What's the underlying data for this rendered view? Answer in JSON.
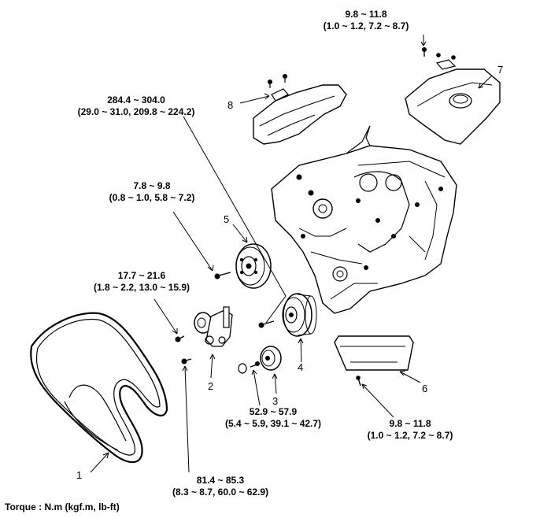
{
  "torques": {
    "t_cover": {
      "line1": "9.8 ~ 11.8",
      "line2": "(1.0 ~ 1.2, 7.2 ~ 8.7)"
    },
    "t_crank": {
      "line1": "284.4 ~ 304.0",
      "line2": "(29.0 ~ 31.0, 209.8 ~ 224.2)"
    },
    "t_pump": {
      "line1": "7.8 ~ 9.8",
      "line2": "(0.8 ~ 1.0, 5.8 ~ 7.2)"
    },
    "t_tens": {
      "line1": "17.7 ~ 21.6",
      "line2": "(1.8 ~ 2.2, 13.0 ~ 15.9)"
    },
    "t_idler": {
      "line1": "52.9 ~ 57.9",
      "line2": "(5.4 ~ 5.9, 39.1 ~ 42.7)"
    },
    "t_bracket": {
      "line1": "81.4 ~ 85.3",
      "line2": "(8.3 ~ 8.7, 60.0 ~ 62.9)"
    },
    "t_pan": {
      "line1": "9.8 ~ 11.8",
      "line2": "(1.0 ~ 1.2, 7.2 ~ 8.7)"
    }
  },
  "callouts": {
    "n1": "1",
    "n2": "2",
    "n3": "3",
    "n4": "4",
    "n5": "5",
    "n6": "6",
    "n7": "7",
    "n8": "8"
  },
  "caption": "Torque : N.m (kgf.m, lb-ft)",
  "colors": {
    "line": "#000000",
    "fill": "#ffffff",
    "shade": "#e6e6e6",
    "dark": "#444444"
  }
}
